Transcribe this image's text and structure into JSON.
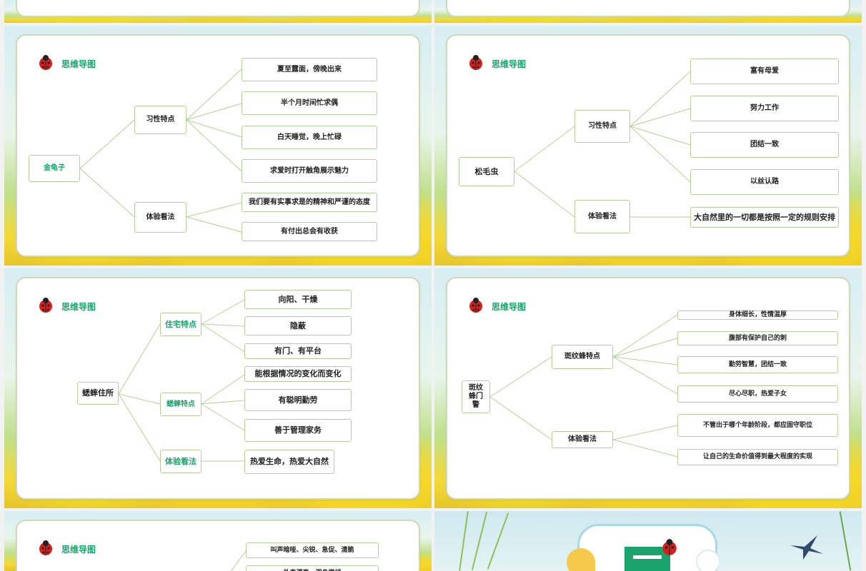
{
  "label": "思维导图",
  "slides": {
    "s1": {
      "root": "金龟子",
      "b1": "习性特点",
      "b2": "体验看法",
      "l1": "夏至露面，傍晚出来",
      "l2": "半个月时间忙求偶",
      "l3": "白天睡觉，晚上忙碌",
      "l4": "求爱时打开触角展示魅力",
      "l5": "我们要有实事求是的精神和严谨的态度",
      "l6": "有付出总会有收获"
    },
    "s2": {
      "root": "松毛虫",
      "b1": "习性特点",
      "b2": "体验看法",
      "l1": "富有母爱",
      "l2": "努力工作",
      "l3": "团结一致",
      "l4": "以丝认路",
      "l5": "大自然里的一切都是按照一定的规则安排"
    },
    "s3": {
      "root": "蟋蟀住所",
      "b1": "住宅特点",
      "b2": "蟋蟀特点",
      "b3": "体验看法",
      "l1": "向阳、干燥",
      "l2": "隐蔽",
      "l3": "有门、有平台",
      "l4": "能根据情况的变化而变化",
      "l5": "有聪明勤劳",
      "l6": "善于管理家务",
      "l7": "热爱生命，热爱大自然"
    },
    "s4": {
      "root": "斑纹蜂门警",
      "b1": "斑纹蜂特点",
      "b2": "体验看法",
      "l1": "身体细长，性情温厚",
      "l2": "腹部有保护自己的刺",
      "l3": "勤劳智慧，团结一致",
      "l4": "尽心尽职，热爱子女",
      "l5": "不管出于哪个年龄阶段，都应固守职位",
      "l6": "让自己的生命价值得到最大程度的实现"
    },
    "s5": {
      "l1": "叫声暗哑、尖锐、急促、清脆",
      "l2": "外表漂亮、浑身嫩绿"
    }
  },
  "colors": {
    "accent": "#1aa36b",
    "border": "#b6cf9a"
  },
  "icons": [
    "ladybug-icon",
    "swallow-icon"
  ]
}
